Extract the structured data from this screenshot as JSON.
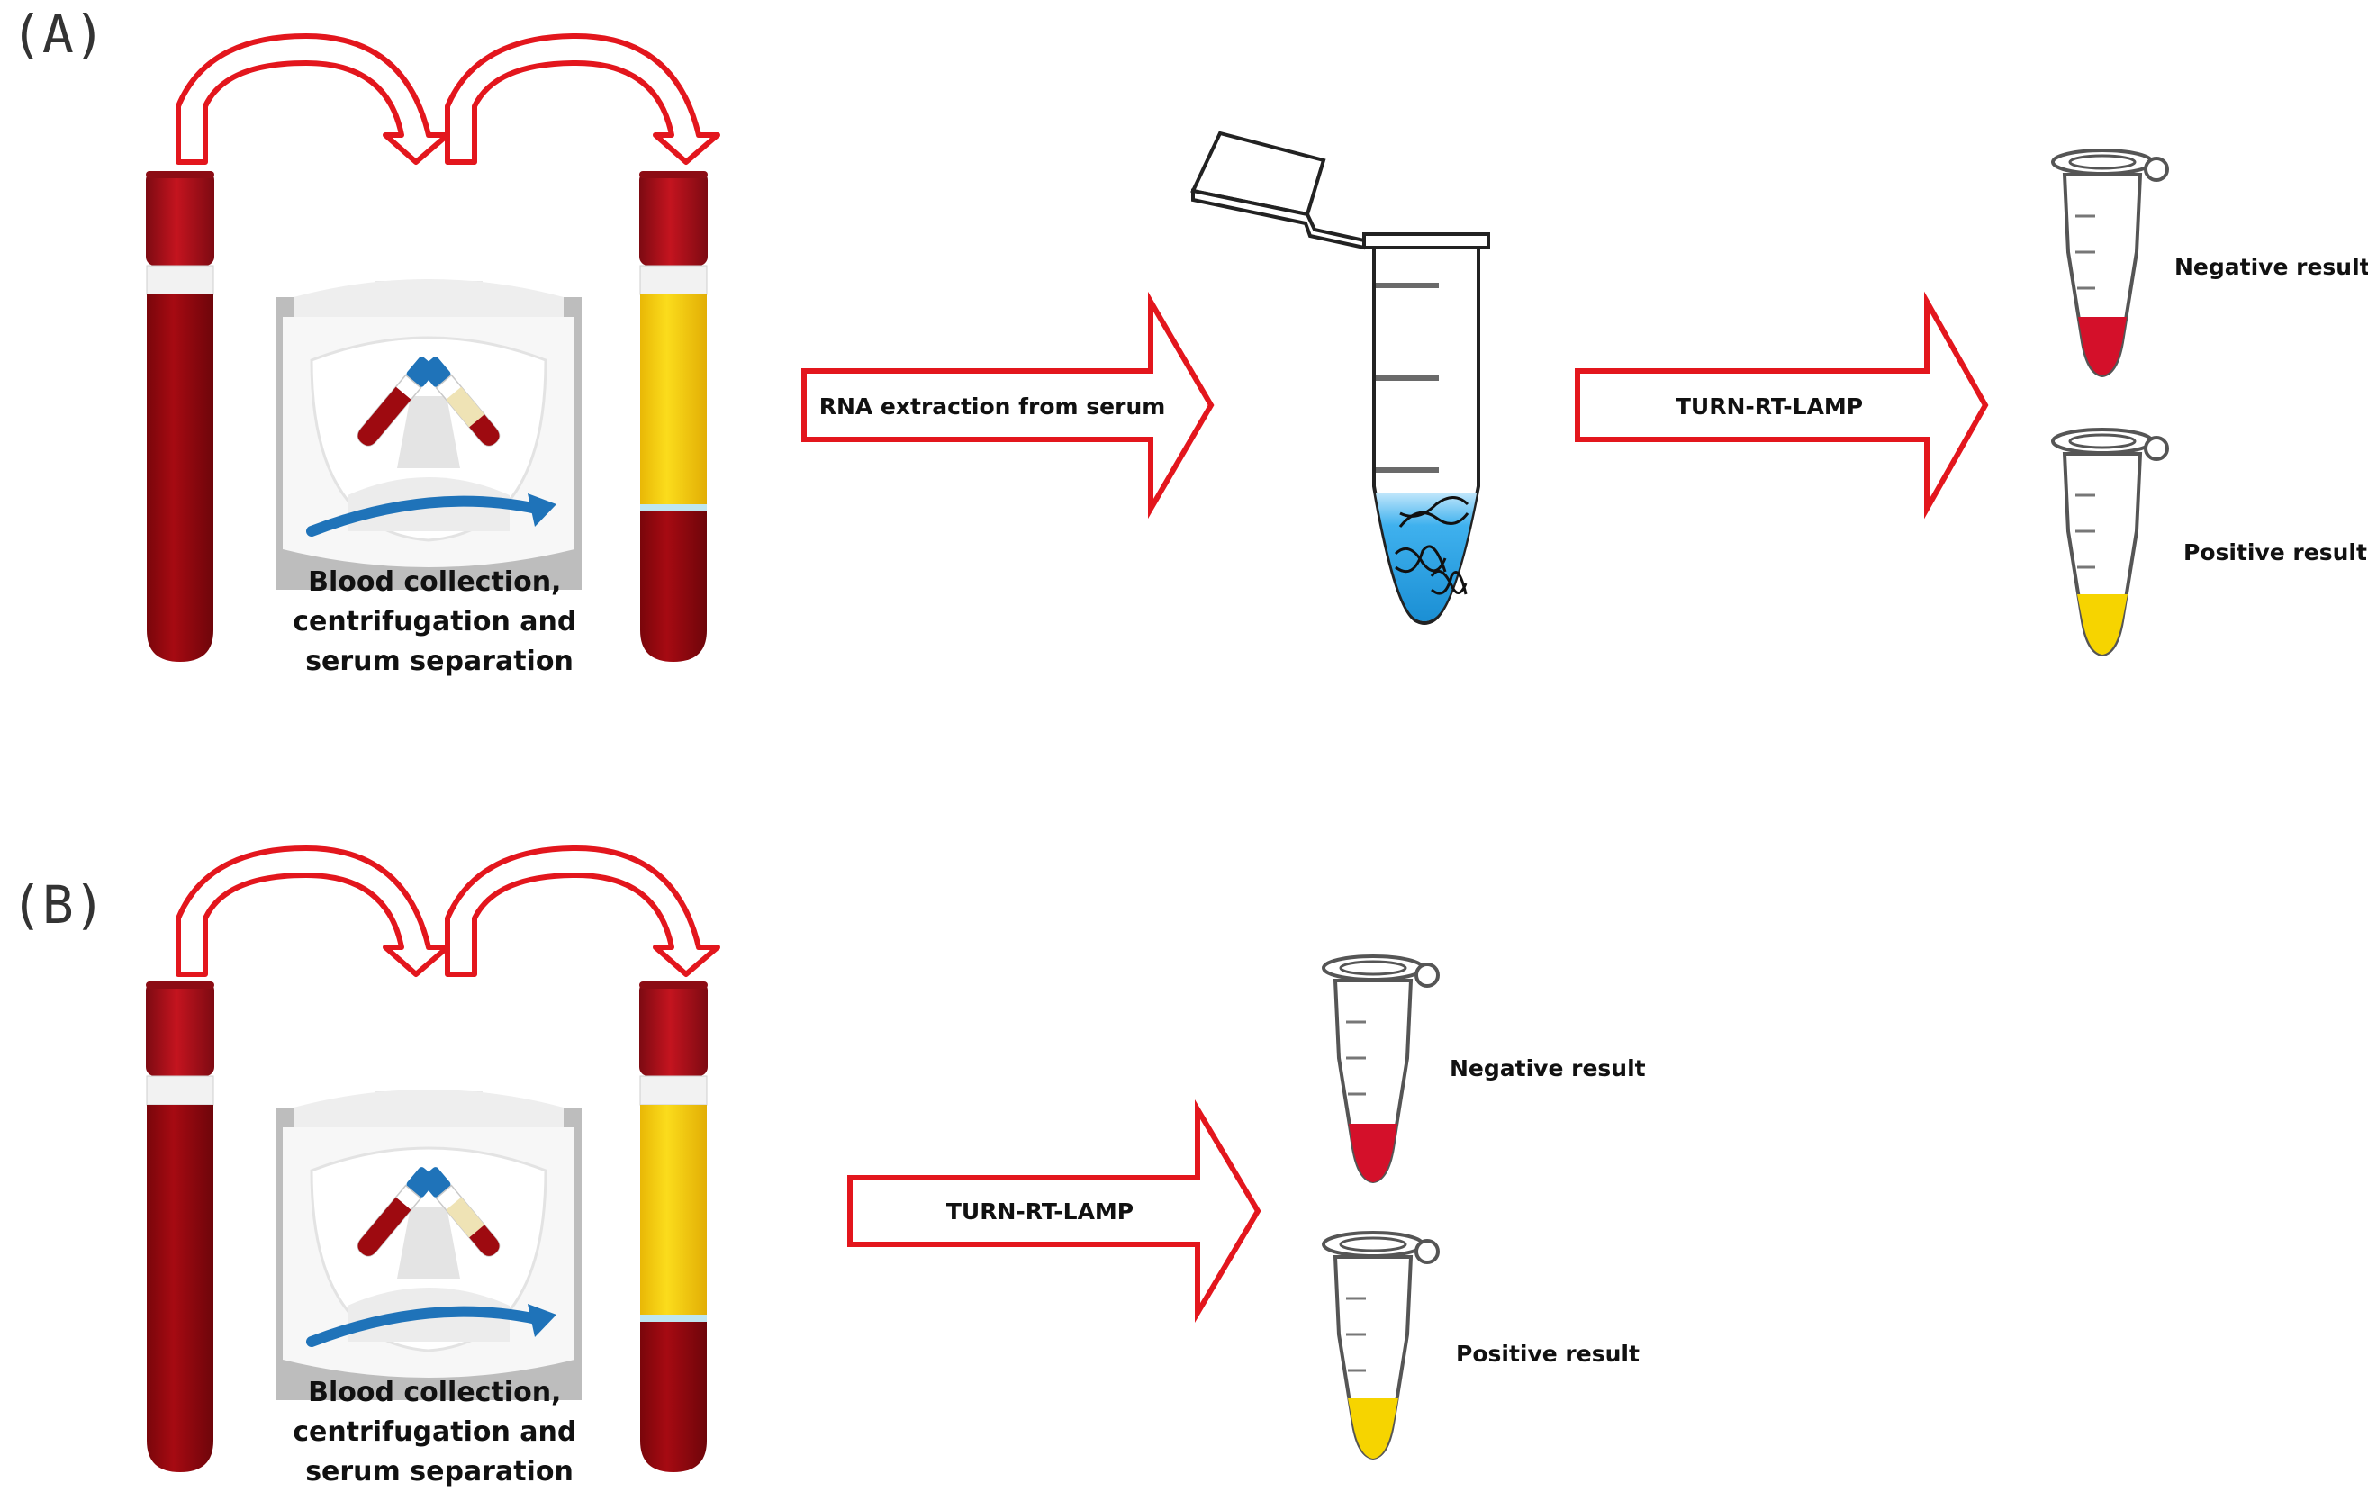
{
  "colors": {
    "arrow": "#e3161d",
    "blood": "#a0090e",
    "cap": "#b0101c",
    "serum": "#f7d416",
    "rna_solution": "#2fa0e2",
    "negative": "#d4102a",
    "positive": "#f6d400",
    "rotor_blue": "#1f73b9"
  },
  "icons": [
    "blood-tube-icon",
    "centrifuge-icon",
    "serum-tube-icon",
    "microtube-icon",
    "dna-icon",
    "result-tube-icon"
  ],
  "panel_a": {
    "label": "(A)",
    "caption": [
      "Blood collection,",
      "centrifugation and",
      "serum separation"
    ],
    "arrow1_label": "RNA extraction from serum",
    "arrow2_label": "TURN-RT-LAMP",
    "negative_label": "Negative result",
    "positive_label": "Positive result"
  },
  "panel_b": {
    "label": "(B)",
    "caption": [
      "Blood collection,",
      "centrifugation and",
      "serum separation"
    ],
    "arrow1_label": "TURN-RT-LAMP",
    "negative_label": "Negative result",
    "positive_label": "Positive result"
  }
}
